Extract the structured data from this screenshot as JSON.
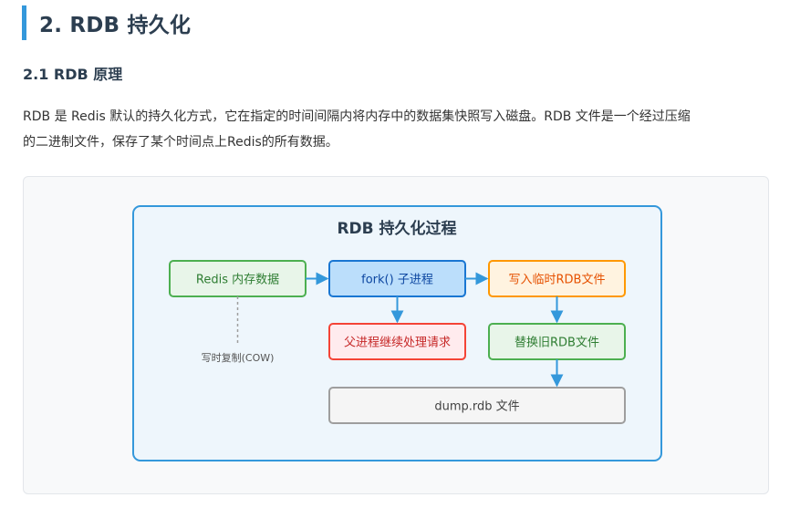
{
  "heading": {
    "title": "2. RDB 持久化"
  },
  "subheading": {
    "title": "2.1 RDB 原理"
  },
  "paragraph": {
    "line1": "RDB 是 Redis 默认的持久化方式，它在指定的时间间隔内将内存中的数据集快照写入磁盘。RDB 文件是一个经过压缩",
    "line2": "的二进制文件，保存了某个时间点上Redis的所有数据。"
  },
  "diagram": {
    "title": "RDB 持久化过程",
    "nodes": {
      "memory": "Redis 内存数据",
      "fork": "fork() 子进程",
      "write_temp": "写入临时RDB文件",
      "parent": "父进程继续处理请求",
      "replace": "替换旧RDB文件",
      "dump": "dump.rdb 文件"
    },
    "cow_label": "写时复制(COW)",
    "colors": {
      "frame_border": "#3498db",
      "frame_fill": "#eef6fc",
      "green_border": "#4caf50",
      "green_fill": "#e8f5e9",
      "green_text": "#2e7d32",
      "blue_border": "#1976d2",
      "blue_fill": "#bbdefb",
      "orange_border": "#ff9800",
      "orange_fill": "#fff3e0",
      "orange_text": "#e65100",
      "red_border": "#f44336",
      "red_fill": "#ffebee",
      "red_text": "#c62828",
      "gray_border": "#9e9e9e",
      "gray_fill": "#f5f5f5",
      "arrow": "#3498db"
    }
  }
}
